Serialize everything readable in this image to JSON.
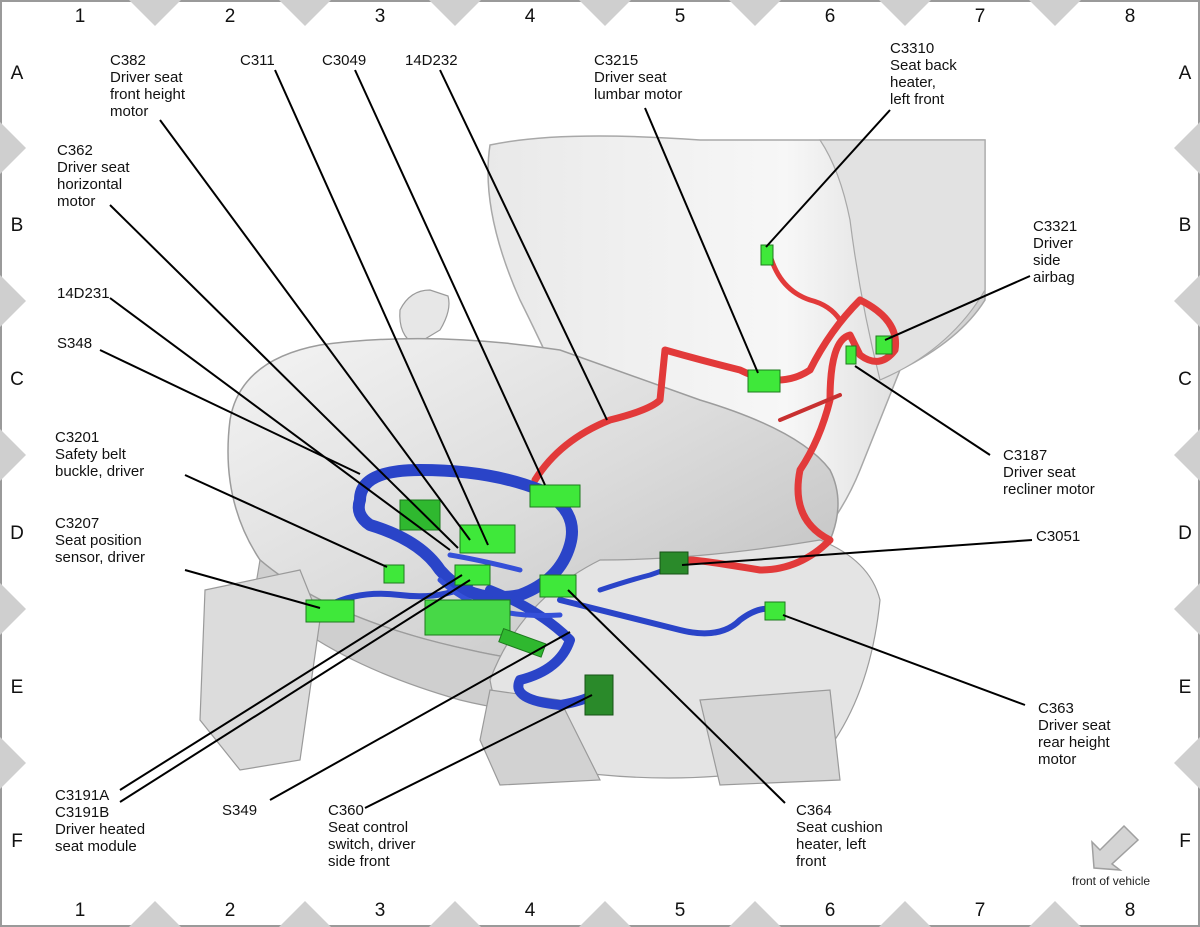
{
  "grid": {
    "columns": [
      "1",
      "2",
      "3",
      "4",
      "5",
      "6",
      "7",
      "8"
    ],
    "rows": [
      "A",
      "B",
      "C",
      "D",
      "E",
      "F"
    ]
  },
  "callouts": [
    {
      "id": "c382",
      "lines": [
        "C382",
        "Driver seat",
        "front height",
        "motor"
      ]
    },
    {
      "id": "c311",
      "lines": [
        "C311"
      ]
    },
    {
      "id": "c3049",
      "lines": [
        "C3049"
      ]
    },
    {
      "id": "14d232",
      "lines": [
        "14D232"
      ]
    },
    {
      "id": "c3215",
      "lines": [
        "C3215",
        "Driver seat",
        "lumbar motor"
      ]
    },
    {
      "id": "c3310",
      "lines": [
        "C3310",
        "Seat back",
        "heater,",
        "left front"
      ]
    },
    {
      "id": "c362",
      "lines": [
        "C362",
        "Driver seat",
        "horizontal",
        "motor"
      ]
    },
    {
      "id": "c3321",
      "lines": [
        "C3321",
        "Driver",
        "side",
        "airbag"
      ]
    },
    {
      "id": "14d231",
      "lines": [
        "14D231"
      ]
    },
    {
      "id": "s348",
      "lines": [
        "S348"
      ]
    },
    {
      "id": "c3187",
      "lines": [
        "C3187",
        "Driver seat",
        "recliner motor"
      ]
    },
    {
      "id": "c3201",
      "lines": [
        "C3201",
        "Safety belt",
        "buckle, driver"
      ]
    },
    {
      "id": "c3207",
      "lines": [
        "C3207",
        "Seat position",
        "sensor, driver"
      ]
    },
    {
      "id": "c3051",
      "lines": [
        "C3051"
      ]
    },
    {
      "id": "c363",
      "lines": [
        "C363",
        "Driver seat",
        "rear height",
        "motor"
      ]
    },
    {
      "id": "c3191",
      "lines": [
        "C3191A",
        "C3191B",
        "Driver heated",
        "seat module"
      ]
    },
    {
      "id": "s349",
      "lines": [
        "S349"
      ]
    },
    {
      "id": "c360",
      "lines": [
        "C360",
        "Seat control",
        "switch, driver",
        "side front"
      ]
    },
    {
      "id": "c364",
      "lines": [
        "C364",
        "Seat cushion",
        "heater, left",
        "front"
      ]
    }
  ],
  "front_indicator": {
    "label": "front of vehicle"
  },
  "colors": {
    "harness_blue": "#2a44c8",
    "harness_red": "#e23a3a",
    "connector_green": "#3fe83a",
    "connector_dark": "#2a8a2a",
    "seat_gray": "#d9d9d9",
    "frame_gray": "#bdbdbd"
  }
}
